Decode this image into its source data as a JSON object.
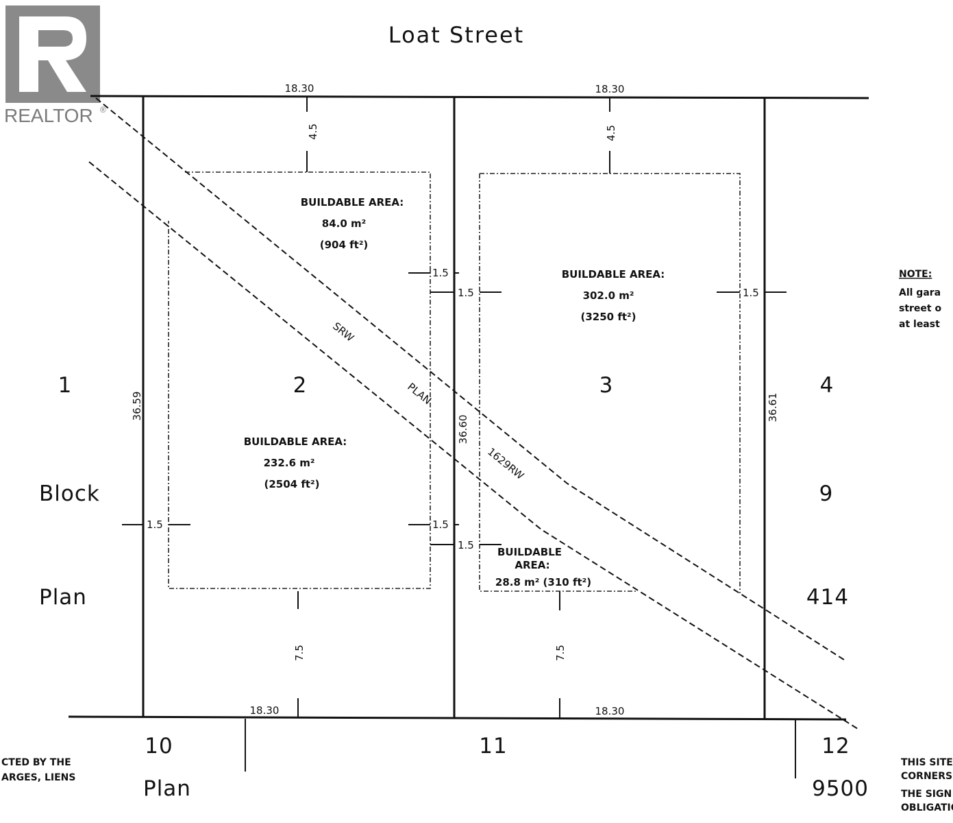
{
  "watermark": {
    "brand": "REALTOR",
    "mark": "®"
  },
  "street": {
    "name": "Loat Street"
  },
  "lots": {
    "lot1": "1",
    "lot2": "2",
    "lot3": "3",
    "lot4": "4",
    "lot10": "10",
    "lot11": "11",
    "lot12": "12"
  },
  "block": {
    "left_word": "Block",
    "right_num": "9"
  },
  "plan": {
    "left_word": "Plan",
    "right_num": "414",
    "bottom_word": "Plan",
    "bottom_num": "9500"
  },
  "dimensions": {
    "top_left": "18.30",
    "top_right": "18.30",
    "bottom_left": "18.30",
    "bottom_right": "18.30",
    "left_depth": "36.59",
    "middle_depth": "36.60",
    "right_depth": "36.61",
    "front_setback_left": "4.5",
    "front_setback_right": "4.5",
    "rear_setback_left": "7.5",
    "rear_setback_right": "7.5",
    "side": "1.5"
  },
  "srw": {
    "word1": "SRW",
    "word2": "PLAN",
    "word3": "1629RW"
  },
  "buildable_areas": {
    "label": "BUILDABLE AREA:",
    "label_short": "BUILDABLE",
    "label_area": "AREA:",
    "lot2_top_m2": "84.0 m²",
    "lot2_top_ft2": "(904 ft²)",
    "lot2_bottom_m2": "232.6 m²",
    "lot2_bottom_ft2": "(2504 ft²)",
    "lot3_top_m2": "302.0 m²",
    "lot3_top_ft2": "(3250 ft²)",
    "lot3_bottom": "28.8 m²  (310 ft²)"
  },
  "note": {
    "heading": "NOTE:",
    "line1": "All gara",
    "line2": "street o",
    "line3": "at least"
  },
  "left_fragment": {
    "line1": "CTED BY THE",
    "line2": "ARGES, LIENS"
  },
  "right_fragment": {
    "line1": "THIS SITE",
    "line2": "CORNERS",
    "line3": "THE SIGN",
    "line4": "OBLIGATIO"
  }
}
